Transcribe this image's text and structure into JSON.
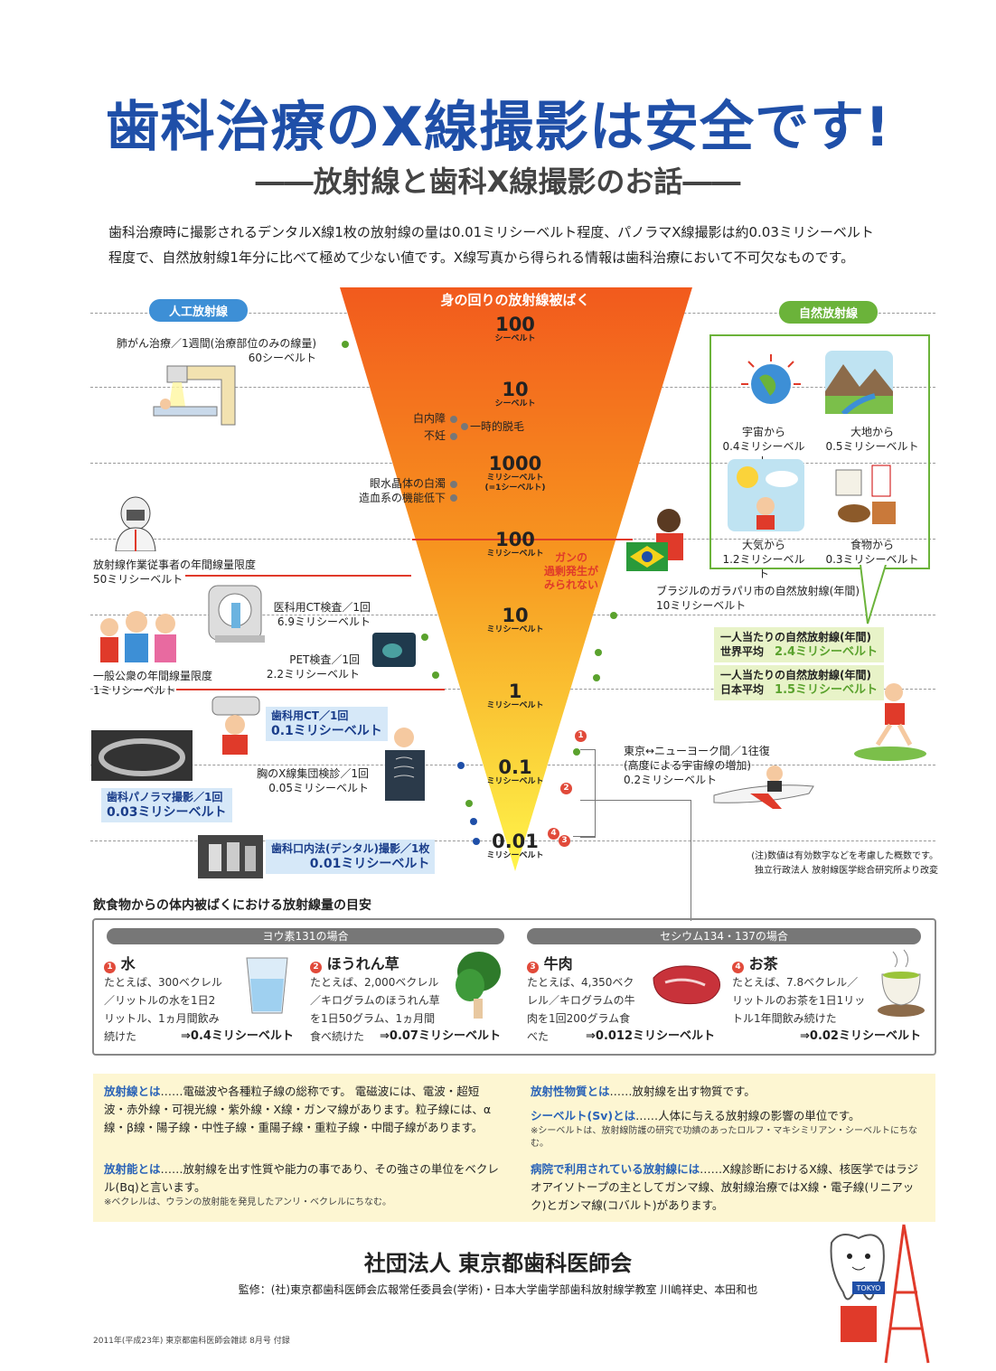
{
  "title": "歯科治療のX線撮影は安全です!",
  "subtitle": "――放射線と歯科X線撮影のお話――",
  "intro": [
    "歯科治療時に撮影されるデンタルX線1枚の放射線の量は0.01ミリシーベルト程度、パノラマX線撮影は約0.03ミリシーベルト",
    "程度で、自然放射線1年分に比べて極めて少ない値です。X線写真から得られる情報は歯科治療において不可欠なものです。"
  ],
  "tags": {
    "artificial": "人工放射線",
    "natural": "自然放射線",
    "pyramid": "身の回りの放射線被ばく"
  },
  "doses": [
    {
      "n": "100",
      "u": "シーベルト"
    },
    {
      "n": "10",
      "u": "シーベルト"
    },
    {
      "n": "1000",
      "u": "ミリシーベルト",
      "u2": "(=1シーベルト)"
    },
    {
      "n": "100",
      "u": "ミリシーベルト"
    },
    {
      "n": "10",
      "u": "ミリシーベルト"
    },
    {
      "n": "1",
      "u": "ミリシーベルト"
    },
    {
      "n": "0.1",
      "u": "ミリシーベルト"
    },
    {
      "n": "0.01",
      "u": "ミリシーベルト"
    }
  ],
  "effects": {
    "cataract": "白内障",
    "infertile": "不妊",
    "hairloss": "一時的脱毛",
    "lens": "眼水晶体の白濁",
    "blood": "造血系の機能低下",
    "cancer": "ガンの\n過剰発生が\nみられない"
  },
  "left": {
    "lung": "肺がん治療／1週間(治療部位のみの線量)",
    "lung_v": "60シーベルト",
    "worker": "放射線作業従事者の年間線量限度",
    "worker_v": "50ミリシーベルト",
    "ct": "医科用CT検査／1回",
    "ct_v": "6.9ミリシーベルト",
    "pet": "PET検査／1回",
    "pet_v": "2.2ミリシーベルト",
    "public": "一般公衆の年間線量限度",
    "public_v": "1ミリシーベルト",
    "dct": "歯科用CT／1回",
    "dct_v": "0.1ミリシーベルト",
    "chest": "胸のX線集団検診／1回",
    "chest_v": "0.05ミリシーベルト",
    "pano": "歯科パノラマ撮影／1回",
    "pano_v": "0.03ミリシーベルト",
    "dental": "歯科口内法(デンタル)撮影／1枚",
    "dental_v": "0.01ミリシーベルト"
  },
  "natural": {
    "space": "宇宙から",
    "space_v": "0.4ミリシーベルト",
    "earth": "大地から",
    "earth_v": "0.5ミリシーベルト",
    "air": "大気から",
    "air_v": "1.2ミリシーベルト",
    "food": "食物から",
    "food_v": "0.3ミリシーベルト",
    "brazil": "ブラジルのガラパリ市の自然放射線(年間)",
    "brazil_v": "10ミリシーベルト",
    "world": "一人当たりの自然放射線(年間)",
    "world_l": "世界平均",
    "world_v": "2.4ミリシーベルト",
    "japan": "一人当たりの自然放射線(年間)",
    "japan_l": "日本平均",
    "japan_v": "1.5ミリシーベルト",
    "flight": "東京↔ニューヨーク間／1往復",
    "flight2": "(高度による宇宙線の増加)",
    "flight_v": "0.2ミリシーベルト"
  },
  "note": [
    "(注)数値は有効数字などを考慮した概数です。",
    "独立行政法人 放射線医学総合研究所より改変"
  ],
  "food_title": "飲食物からの体内被ばくにおける放射線量の目安",
  "food": {
    "iodine": "ヨウ素131の場合",
    "cesium": "セシウム134・137の場合",
    "items": [
      {
        "no": "1",
        "name": "水",
        "desc": [
          "たとえば、300ベクレル",
          "／リットルの水を1日2",
          "リットル、1ヵ月間飲み",
          "続けた"
        ],
        "result": "⇒0.4ミリシーベルト"
      },
      {
        "no": "2",
        "name": "ほうれん草",
        "desc": [
          "たとえば、2,000ベクレル",
          "／キログラムのほうれん草",
          "を1日50グラム、1ヵ月間",
          "食べ続けた"
        ],
        "result": "⇒0.07ミリシーベルト"
      },
      {
        "no": "3",
        "name": "牛肉",
        "desc": [
          "たとえば、4,350ベク",
          "レル／キログラムの牛",
          "肉を1回200グラム食",
          "べた"
        ],
        "result": "⇒0.012ミリシーベルト"
      },
      {
        "no": "4",
        "name": "お茶",
        "desc": [
          "たとえば、7.8ベクレル／",
          "リットルのお茶を1日1リッ",
          "トル1年間飲み続けた"
        ],
        "result": "⇒0.02ミリシーベルト"
      }
    ]
  },
  "defs": {
    "l1h": "放射線とは",
    "l1": "……電磁波や各種粒子線の総称です。 電磁波には、電波・超短波・赤外線・可視光線・紫外線・X線・ガンマ線があります。粒子線には、α線・β線・陽子線・中性子線・重陽子線・重粒子線・中間子線があります。",
    "l2h": "放射能とは",
    "l2": "……放射線を出す性質や能力の事であり、その強さの単位をベクレル(Bq)と言います。",
    "l2n": "※ベクレルは、ウランの放射能を発見したアンリ・ベクレルにちなむ。",
    "r1h": "放射性物質とは",
    "r1": "……放射線を出す物質です。",
    "r2h": "シーベルト(Sv)とは",
    "r2": "……人体に与える放射線の影響の単位です。",
    "r2n": "※シーベルトは、放射線防護の研究で功績のあったロルフ・マキシミリアン・シーベルトにちなむ。",
    "r3h": "病院で利用されている放射線には",
    "r3": "……X線診断におけるX線、核医学ではラジオアイソトープの主としてガンマ線、放射線治療ではX線・電子線(リニアック)とガンマ線(コバルト)があります。"
  },
  "org": "社団法人 東京都歯科医師会",
  "supervise": "監修：(社)東京都歯科医師会広報常任委員会(学術)・日本大学歯学部歯科放射線学教室 川嶋祥史、本田和也",
  "footer": "2011年(平成23年) 東京都歯科医師会雑誌 8月号 付録",
  "mascot": "TOKYO",
  "colors": {
    "title": "#1f4fa8",
    "top": "#f25a1d",
    "bottom": "#fff54a",
    "red": "#e03a2a",
    "green": "#6bb33a"
  }
}
